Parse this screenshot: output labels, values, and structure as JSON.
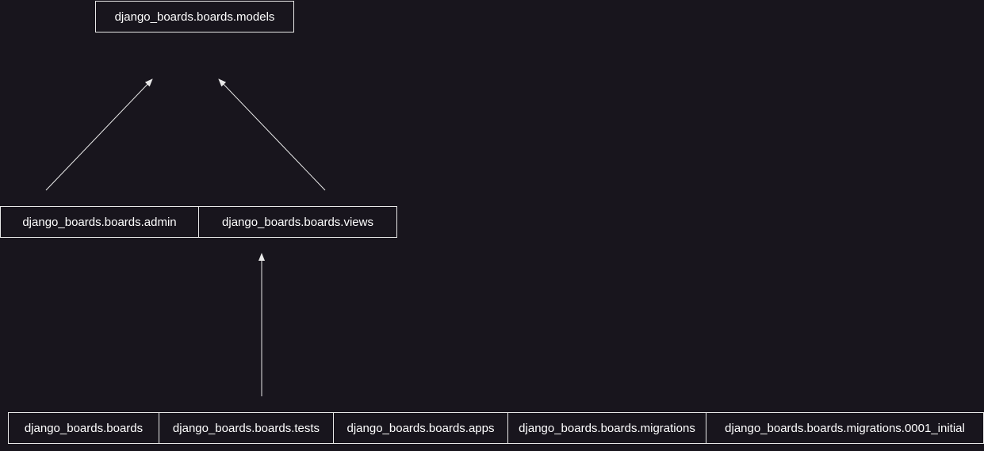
{
  "diagram": {
    "nodes": {
      "models": "django_boards.boards.models",
      "admin": "django_boards.boards.admin",
      "views": "django_boards.boards.views",
      "boards": "django_boards.boards",
      "tests": "django_boards.boards.tests",
      "apps": "django_boards.boards.apps",
      "migrations": "django_boards.boards.migrations",
      "migration_initial": "django_boards.boards.migrations.0001_initial"
    },
    "edges": [
      {
        "from": "django_boards.boards.admin",
        "to": "django_boards.boards.models"
      },
      {
        "from": "django_boards.boards.views",
        "to": "django_boards.boards.models"
      },
      {
        "from": "django_boards.boards.tests",
        "to": "django_boards.boards.views"
      }
    ],
    "colors": {
      "background": "#18151d",
      "line": "#e8e8e8",
      "text": "#ffffff"
    }
  }
}
